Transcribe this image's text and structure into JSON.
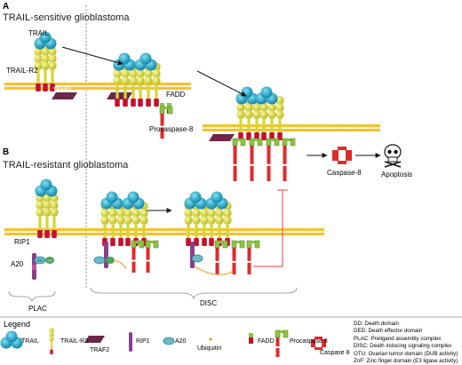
{
  "panels": {
    "a": {
      "letter": "A",
      "title": "TRAIL-sensitive glioblastoma"
    },
    "b": {
      "letter": "B",
      "title": "TRAIL-resistant glioblastoma"
    }
  },
  "labels": {
    "trail": "TRAIL",
    "trail_r2": "TRAIL-R2",
    "traf2": "TRAF2",
    "fadd": "FADD",
    "procaspase8": "Procaspase-8",
    "caspase8": "Caspase-8",
    "apoptosis": "Apoptosis",
    "rip1": "RIP1",
    "a20": "A20",
    "plac": "PLAC",
    "disc": "DISC"
  },
  "legend": {
    "title": "Legend",
    "items": [
      {
        "key": "trail",
        "label": "TRAIL"
      },
      {
        "key": "trail_r2",
        "label": "TRAIL-R2"
      },
      {
        "key": "traf2",
        "label": "TRAF2"
      },
      {
        "key": "rip1",
        "label": "RIP1"
      },
      {
        "key": "a20",
        "label": "A20"
      },
      {
        "key": "ubiquitin",
        "label": "Ubiquitin"
      },
      {
        "key": "fadd",
        "label": "FADD"
      },
      {
        "key": "procaspase8",
        "label": "Procaspase 8"
      },
      {
        "key": "caspase8",
        "label": "Caspase 8"
      }
    ],
    "definitions": [
      "DD: Death domain",
      "DED: Death effector domain",
      "PLAC: Preligand assembly complex",
      "DISC: Death inducing signaling complex",
      "OTU: Ovarian tumor domain (DUB activity)",
      "ZnF: Zinc finger domain (E3 ligase activity)"
    ]
  },
  "colors": {
    "trail": "#1ba3c6",
    "receptor": "#d7d534",
    "death_domain": "#c8102e",
    "traf2": "#6d2748",
    "rip1": "#8a3e8e",
    "a20": "#1e8a8a",
    "ubiquitin": "#e89a1a",
    "fadd": "#8cc63f",
    "caspase": "#e02a2a",
    "membrane": "#f0c42a",
    "inhibition": "#e8413f"
  }
}
